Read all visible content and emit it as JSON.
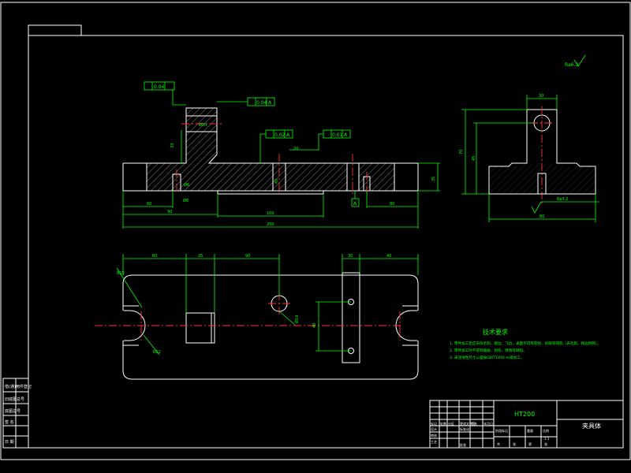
{
  "dimensions": {
    "top_flatness": "0.04",
    "top_parallel": "0.04",
    "mid_parallel": "0.02",
    "right_perp": "0.01",
    "a_label": "A",
    "bore_dia": "Ø20",
    "h_20": "20",
    "h_45": "45",
    "h_35": "35",
    "w_60": "60",
    "w_80": "80",
    "w_90": "90",
    "w_100": "100",
    "w_200": "200",
    "h_33": "33",
    "hole_dia": "Ø6",
    "hole_dia2": "Ø8",
    "side_w": "30",
    "side_h": "70",
    "side_h2": "45",
    "side_base": "80",
    "side_note": "Ra3.2",
    "plan_60": "60",
    "plan_25": "25",
    "plan_90": "90",
    "plan_30": "30",
    "plan_40": "40",
    "plan_r": "R15",
    "plan_r2": "R12",
    "plan_hole": "Ø14",
    "plan_h": "40",
    "roughness": "Ra6.3"
  },
  "tech_req": {
    "title": "技术要求",
    "line1": "1. 零件加工后应去除毛刺、锐边、飞边，表面不得有裂纹、砂眼等缺陷（去毛刺、锐边倒钝）。",
    "line2": "2. 零件加工时不得有磕碰、划伤、锈蚀等缺陷。",
    "line3": "3. 未注线性尺寸公差按GB/T1804-m级加工。"
  },
  "title_block": {
    "material": "HT200",
    "part_name": "夹具体",
    "scale": "1:1",
    "c1": "标记",
    "c2": "处数",
    "c3": "分区",
    "c4": "更改文件号",
    "c5": "签名",
    "c6": "年月日",
    "c7": "设计",
    "c8": "标准化",
    "c9": "阶段标记",
    "c10": "重量",
    "c11": "比例",
    "c12": "审核",
    "c13": "工艺",
    "c14": "批准",
    "c15": "共",
    "c16": "张",
    "c17": "第"
  },
  "side_table": {
    "r1": "借(通)用件登记",
    "r2": "旧底图总号",
    "r3": "底图总号",
    "r4": "签 名",
    "r5": "日 期"
  },
  "colors": {
    "outline": "#ffffff",
    "dimension": "#00ff00",
    "centerline": "#ff3333",
    "background": "#000000"
  }
}
